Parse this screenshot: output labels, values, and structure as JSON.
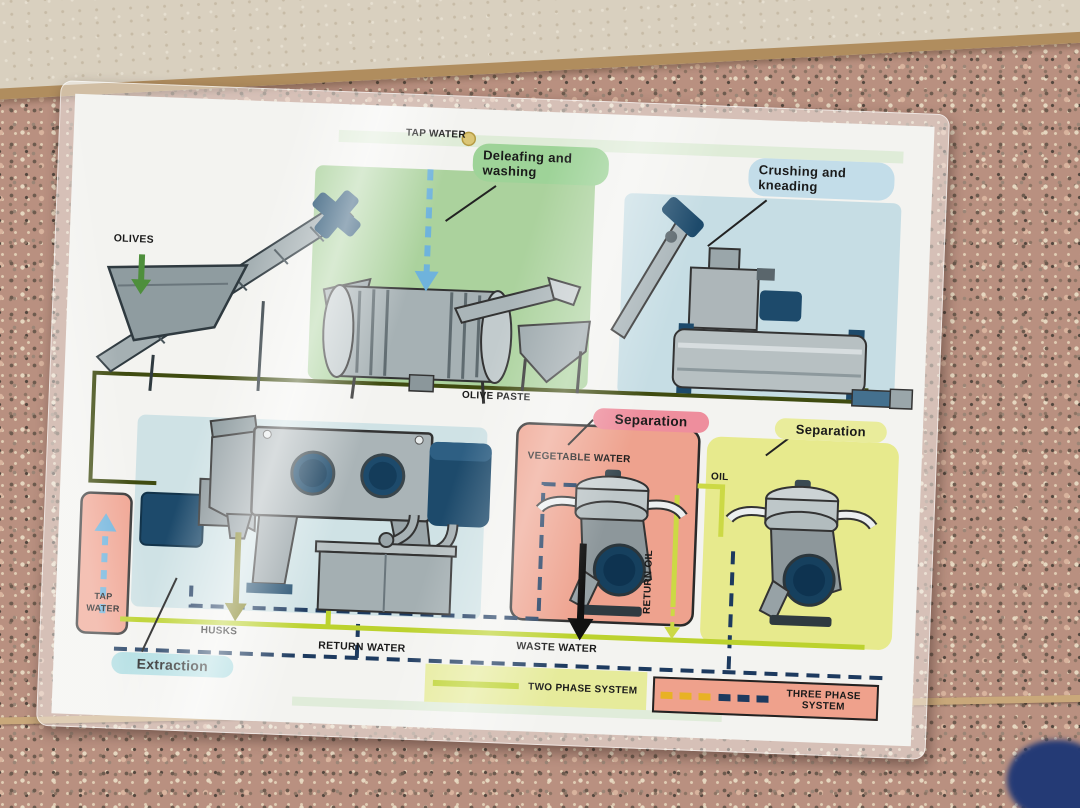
{
  "poster": {
    "stations": {
      "deleafing_label": "Deleafing and washing",
      "crushing_label": "Crushing and kneading",
      "separation_pink_label": "Separation",
      "separation_yellow_label": "Separation",
      "extraction_label": "Extraction"
    },
    "flows": {
      "tap_water_top": "TAP WATER",
      "olives": "OLIVES",
      "olive_paste": "OLIVE PASTE",
      "vegetable_water": "VEGETABLE WATER",
      "return_oil": "RETURN OIL",
      "oil": "OIL",
      "tap_water_left": "TAP WATER",
      "husks": "HUSKS",
      "waste_water": "WASTE WATER",
      "return_water": "RETURN WATER"
    },
    "legend": {
      "two_phase": "TWO PHASE SYSTEM",
      "three_phase": "THREE PHASE SYSTEM"
    },
    "colors": {
      "green_area": "#abd29d",
      "green_strip": "#cde6c4",
      "blue_area": "#c6dde4",
      "extraction_area": "#cfe2e5",
      "pink_box": "#eea28e",
      "yellow_area": "#e7ea8d",
      "pill_green": "#9ed398",
      "pill_blue": "#c3dde9",
      "pill_pink": "#ee8e9d",
      "pill_yellow": "#e9ec9b",
      "pill_cyan": "#addce1",
      "tap_box": "#f0a694",
      "olive_line": "#3f4b10",
      "navy_dash": "#1d3a5f",
      "two_phase_line": "#bcd22e",
      "oil_line": "#ccd945",
      "tap_arrow": "#6fb3dc",
      "husks_arrow": "#7c7c1a",
      "machine_gray": "#aab4b7",
      "machine_navy": "#1d4a6b",
      "legend_three_bg": "#efa18c",
      "legend_dash_yellow": "#e8b224",
      "text_green": "#2f7d22"
    }
  }
}
